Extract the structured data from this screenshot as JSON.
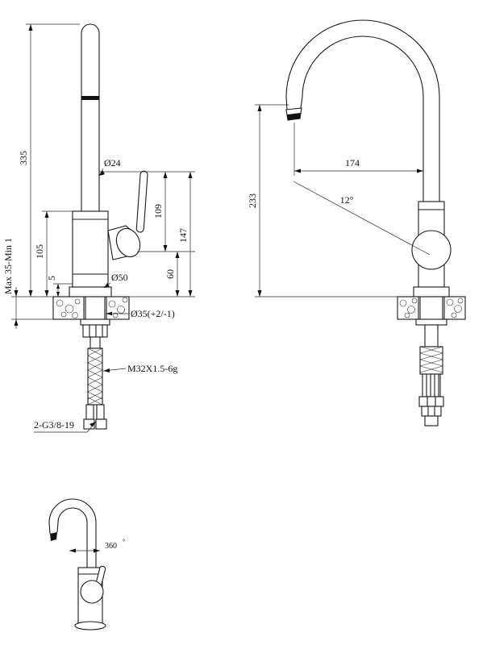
{
  "front_view": {
    "max_min": "Max 35-Min 1",
    "total_height": "335",
    "body_height": "105",
    "base_height": "5",
    "spout_diameter": "Ø24",
    "handle_height": "109",
    "handle_total": "147",
    "valve_height": "60",
    "body_diameter": "Ø50",
    "hole_diameter": "Ø35(+2/-1)",
    "thread_spec": "M32X1.5-6g",
    "hose_spec": "2-G3/8-19"
  },
  "side_view": {
    "spout_reach": "174",
    "spout_height": "233",
    "spray_angle": "12°"
  },
  "rotation_view": {
    "rotation": "360",
    "degree": "°"
  }
}
